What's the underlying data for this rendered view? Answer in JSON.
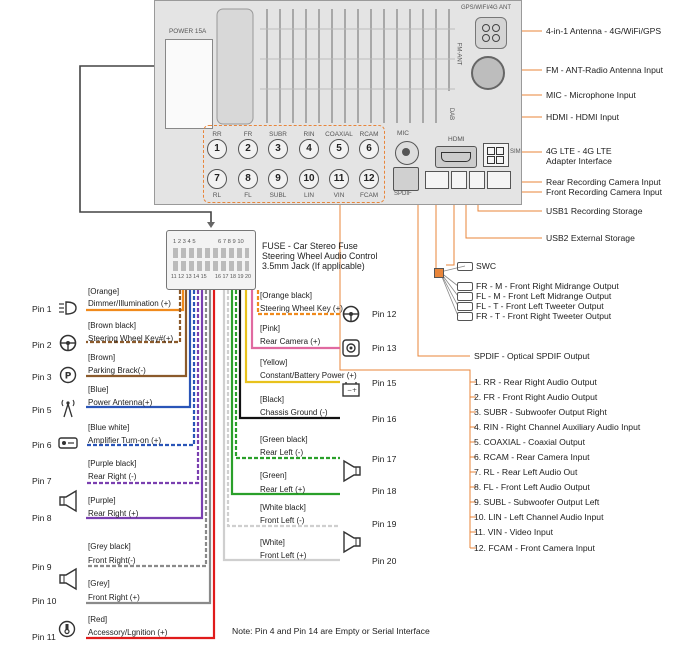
{
  "head_unit": {
    "power_label": "POWER 15A",
    "antenna_port_label": "GPS/WIFI/4G ANT",
    "fm_ant_label": "FM-ANT",
    "dab_label": "DAB",
    "mic_label": "MIC",
    "hdmi_label": "HDMI",
    "sim_label": "SIM",
    "spdif_label": "SPDIF",
    "rca_top": [
      {
        "name": "RR",
        "num": "1"
      },
      {
        "name": "FR",
        "num": "2"
      },
      {
        "name": "SUBR",
        "num": "3"
      },
      {
        "name": "RIN",
        "num": "4"
      },
      {
        "name": "COAXIAL",
        "num": "5"
      },
      {
        "name": "RCAM",
        "num": "6"
      }
    ],
    "rca_bottom": [
      {
        "name": "RL",
        "num": "7"
      },
      {
        "name": "FL",
        "num": "8"
      },
      {
        "name": "SUBL",
        "num": "9"
      },
      {
        "name": "LIN",
        "num": "10"
      },
      {
        "name": "VIN",
        "num": "11"
      },
      {
        "name": "FCAM",
        "num": "12"
      }
    ]
  },
  "right_labels": {
    "antenna": "4-in-1 Antenna - 4G/WiFi/GPS",
    "fm": "FM - ANT-Radio Antenna Input",
    "mic": "MIC - Microphone Input",
    "hdmi": "HDMI - HDMI Input",
    "lte_1": "4G LTE - 4G LTE",
    "lte_2": "Adapter Interface",
    "rear_cam": "Rear Recording Camera Input",
    "front_cam": "Front Recording Camera Input",
    "usb1": "USB1 Recording Storage",
    "usb2": "USB2 External Storage",
    "swc": "SWC",
    "fr_m": "FR - M - Front Right Midrange Output",
    "fl_m": "FL - M - Front Left Midrange Output",
    "fl_t": "FL - T - Front Left Tweeter Output",
    "fr_t": "FR - T - Front Right Tweeter Output",
    "spdif": "SPDIF - Optical SPDIF Output"
  },
  "rca_list": [
    "1. RR - Rear Right Audio Output",
    "2. FR - Front Right Audio Output",
    "3. SUBR - Subwoofer Output Right",
    "4. RIN - Right Channel Auxiliary Audio Input",
    "5. COAXIAL - Coaxial Output",
    "6. RCAM - Rear Camera Input",
    "7. RL - Rear Left Audio Out",
    "8. FL - Front Left Audio Output",
    "9. SUBL - Subwoofer Output Left",
    "10. LIN - Left Channel Audio Input",
    "11. VIN - Video Input",
    "12. FCAM - Front Camera Input"
  ],
  "connector": {
    "top_left_nums": "1 2 3 4 5",
    "top_right_nums": "6 7 8 9 10",
    "bottom_left_nums": "11 12 13 14 15",
    "bottom_right_nums": "16 17 18 19 20",
    "fuse_1": "FUSE - Car Stereo Fuse",
    "fuse_2": "Steering Wheel Audio Control",
    "fuse_3": "3.5mm Jack (If applicable)"
  },
  "left_pins": [
    {
      "pin": "Pin 1",
      "color": "[Orange]",
      "func": "Dimmer/Illumination (+)"
    },
    {
      "pin": "Pin 2",
      "color": "[Brown black]",
      "func": "Steering Wheel Key#(+)"
    },
    {
      "pin": "Pin 3",
      "color": "[Brown]",
      "func": "Parking Brack(-)"
    },
    {
      "pin": "Pin 5",
      "color": "[Blue]",
      "func": "Power Antenna(+)"
    },
    {
      "pin": "Pin 6",
      "color": "[Blue white]",
      "func": "Amplifier Turn-on (+)"
    },
    {
      "pin": "Pin 7",
      "color": "[Purple black]",
      "func": "Rear Right (-)"
    },
    {
      "pin": "Pin 8",
      "color": "[Purple]",
      "func": "Rear Right (+)"
    },
    {
      "pin": "Pin 9",
      "color": "[Grey black]",
      "func": "Front Right(-)"
    },
    {
      "pin": "Pin 10",
      "color": "[Grey]",
      "func": "Front Right (+)"
    },
    {
      "pin": "Pin 11",
      "color": "[Red]",
      "func": "Accessory/Lgnition (+)"
    }
  ],
  "right_pins": [
    {
      "pin": "Pin 12",
      "color": "[Orange black]",
      "func": "Steering Wheel Key (+)"
    },
    {
      "pin": "Pin 13",
      "color": "[Pink]",
      "func": "Rear Camera (+)"
    },
    {
      "pin": "Pin 15",
      "color": "[Yellow]",
      "func": "Constant/Battery Power (+)"
    },
    {
      "pin": "Pin 16",
      "color": "[Black]",
      "func": "Chassis Ground (-)"
    },
    {
      "pin": "Pin 17",
      "color": "[Green black]",
      "func": "Rear Left (-)"
    },
    {
      "pin": "Pin 18",
      "color": "[Green]",
      "func": "Rear Left (+)"
    },
    {
      "pin": "Pin 19",
      "color": "[White black]",
      "func": "Front Left (-)"
    },
    {
      "pin": "Pin 20",
      "color": "[White]",
      "func": "Front Left (+)"
    }
  ],
  "note": "Note: Pin 4 and Pin 14 are Empty or Serial Interface",
  "colors": {
    "accent": "#e8853a",
    "orange": "#f08a1c",
    "brown": "#8b5a2b",
    "blue": "#2a55b8",
    "purple": "#7a3fb0",
    "grey": "#8a8a8a",
    "red": "#e01b1b",
    "pink": "#e06aa0",
    "yellow": "#e8c21c",
    "black": "#111111",
    "green": "#2aa02a",
    "white": "#cfcfcf"
  }
}
